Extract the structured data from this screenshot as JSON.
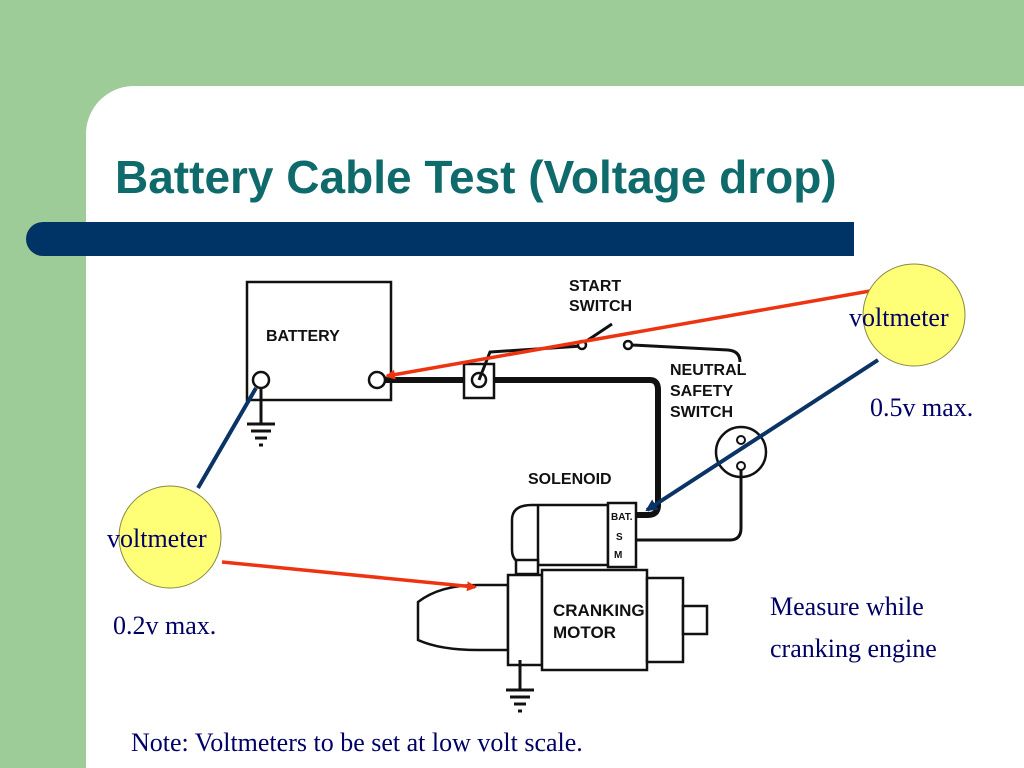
{
  "title": "Battery Cable Test (Voltage drop)",
  "diagram_labels": {
    "battery": "BATTERY",
    "start_switch_1": "START",
    "start_switch_2": "SWITCH",
    "neutral_1": "NEUTRAL",
    "neutral_2": "SAFETY",
    "neutral_3": "SWITCH",
    "solenoid": "SOLENOID",
    "terminal_bat": "BAT.",
    "terminal_s": "S",
    "terminal_m": "M",
    "motor_1": "CRANKING",
    "motor_2": "MOTOR"
  },
  "voltmeters": {
    "top": {
      "label": "voltmeter",
      "limit": "0.5v max."
    },
    "left": {
      "label": "voltmeter",
      "limit": "0.2v max."
    }
  },
  "notes": {
    "measure_1": "Measure while",
    "measure_2": "cranking engine",
    "footer": "Note: Voltmeters to be set at low volt scale."
  },
  "colors": {
    "background": "#9dcc98",
    "title": "#0f6b6b",
    "title_bar": "#003366",
    "voltmeter_fill": "#ffff77",
    "red_lead": "#ee3311",
    "blue_lead": "#0a3366",
    "body_text": "#000066"
  }
}
